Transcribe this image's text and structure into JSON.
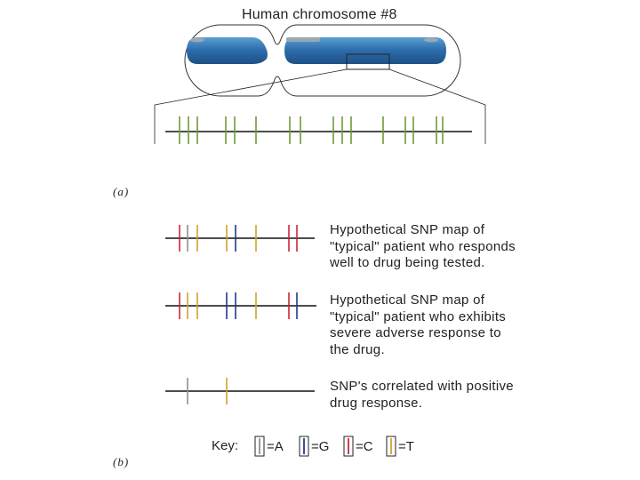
{
  "panel_a": {
    "title": "Human chromosome #8",
    "label": "(a)",
    "snp_color": "#6e9a35",
    "snp_groups": [
      [
        202,
        212,
        222
      ],
      [
        254,
        264
      ],
      [
        288
      ],
      [
        326,
        338
      ],
      [
        375,
        385,
        395
      ],
      [
        431
      ],
      [
        456,
        465
      ],
      [
        491,
        498
      ]
    ]
  },
  "panel_b": {
    "label": "(b)",
    "maps": [
      {
        "description": [
          "Hypothetical SNP map of",
          "\"typical\" patient who responds",
          "well to drug being tested."
        ],
        "snps": [
          {
            "pos": 202,
            "base": "C"
          },
          {
            "pos": 211,
            "base": "A"
          },
          {
            "pos": 222,
            "base": "T"
          },
          {
            "pos": 255,
            "base": "T"
          },
          {
            "pos": 265,
            "base": "G"
          },
          {
            "pos": 288,
            "base": "T"
          },
          {
            "pos": 325,
            "base": "C"
          },
          {
            "pos": 334,
            "base": "C"
          }
        ]
      },
      {
        "description": [
          "Hypothetical SNP map of",
          "\"typical\" patient who exhibits",
          "severe adverse response to",
          "the drug."
        ],
        "snps": [
          {
            "pos": 202,
            "base": "C"
          },
          {
            "pos": 211,
            "base": "T"
          },
          {
            "pos": 222,
            "base": "T"
          },
          {
            "pos": 255,
            "base": "G"
          },
          {
            "pos": 265,
            "base": "G"
          },
          {
            "pos": 288,
            "base": "T"
          },
          {
            "pos": 325,
            "base": "C"
          },
          {
            "pos": 334,
            "base": "G"
          }
        ]
      },
      {
        "description": [
          "SNP's correlated with positive",
          "drug response."
        ],
        "snps": [
          {
            "pos": 211,
            "base": "A"
          },
          {
            "pos": 255,
            "base": "T"
          }
        ]
      }
    ],
    "key": {
      "label": "Key:",
      "items": [
        {
          "base": "A",
          "text": "=A",
          "color": "#8a8f9a"
        },
        {
          "base": "G",
          "text": "=G",
          "color": "#1f3a8a"
        },
        {
          "base": "C",
          "text": "=C",
          "color": "#c8283c"
        },
        {
          "base": "T",
          "text": "=T",
          "color": "#d4a12a"
        }
      ]
    }
  }
}
